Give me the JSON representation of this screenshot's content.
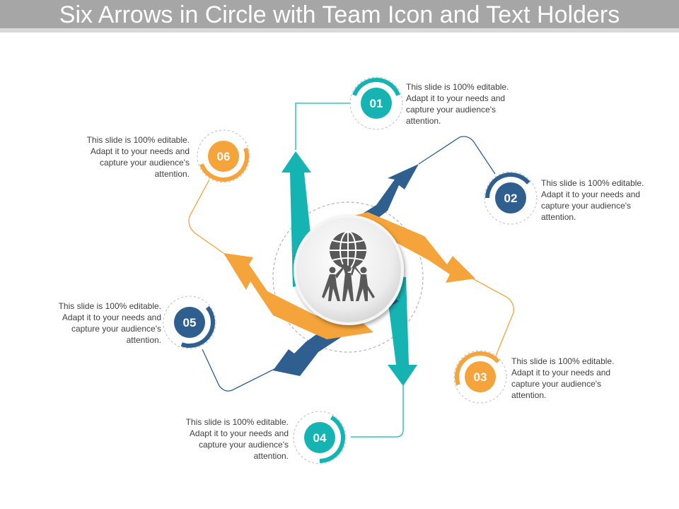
{
  "slide": {
    "title": "Six Arrows in Circle with Team Icon and Text Holders"
  },
  "colors": {
    "teal": "#16b3b3",
    "navy": "#2f5f8f",
    "orange": "#f4a43a",
    "title_bar": "#a6a6a6",
    "text": "#404040"
  },
  "center_icon": "globe-team-icon",
  "steps": [
    {
      "number": "01",
      "color": "teal",
      "text": "This slide is 100% editable. Adapt it to your needs and capture your audience's attention."
    },
    {
      "number": "02",
      "color": "navy",
      "text": "This slide is 100% editable. Adapt it to your needs and capture your audience's attention."
    },
    {
      "number": "03",
      "color": "orange",
      "text": "This slide is 100% editable. Adapt it to your needs and capture your audience's attention."
    },
    {
      "number": "04",
      "color": "teal",
      "text": "This slide is 100% editable. Adapt it to your needs and capture your audience's attention."
    },
    {
      "number": "05",
      "color": "navy",
      "text": "This slide is 100% editable. Adapt it to your needs and capture your audience's attention."
    },
    {
      "number": "06",
      "color": "orange",
      "text": "This slide is 100% editable. Adapt it to your needs and capture your audience's attention."
    }
  ]
}
